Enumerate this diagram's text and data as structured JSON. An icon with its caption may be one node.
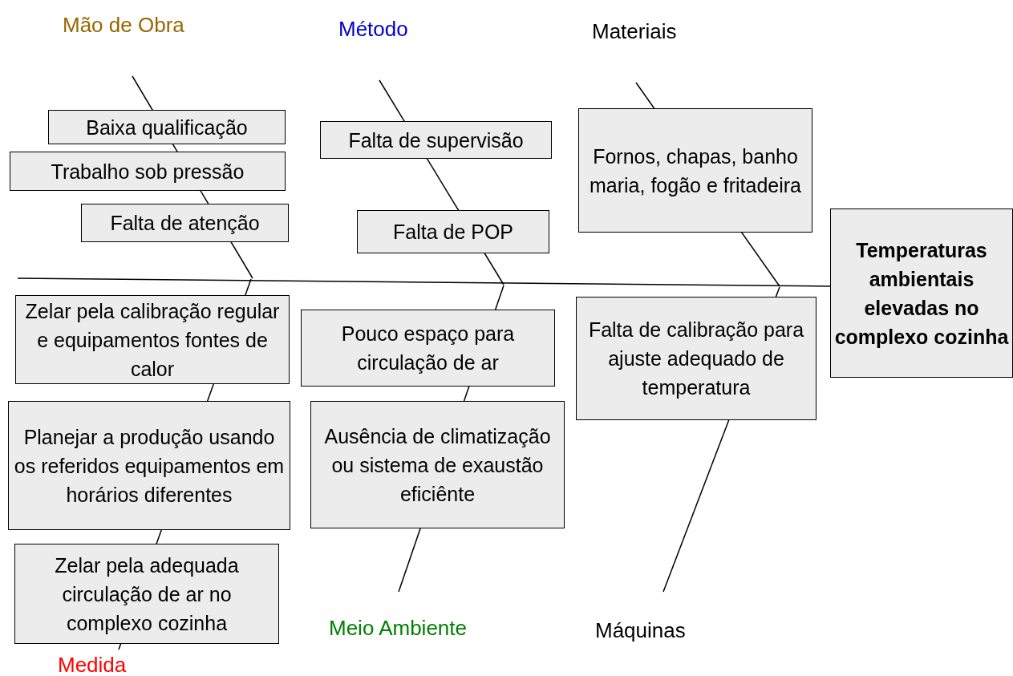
{
  "diagram": {
    "nodes": [
      {
        "text": [
          "Baixa qualificação"
        ]
      },
      {
        "text": [
          "Trabalho sob pressão"
        ]
      },
      {
        "text": [
          "Falta de atenção"
        ]
      },
      {
        "text": [
          "Falta de supervisão"
        ]
      },
      {
        "text": [
          "Falta de POP"
        ]
      },
      {
        "text": [
          "Fornos, chapas, banho maria, fogão e fritadeira"
        ]
      },
      {
        "text": [
          "Temperaturas ambientais elevadas no complexo cozinha"
        ]
      },
      {
        "text": [
          "Zelar pela calibração regular e equipamentos fontes de calor"
        ]
      },
      {
        "text": [
          "Pouco espaço para circulação de ar"
        ]
      },
      {
        "text": [
          "Falta de calibração para ajuste adequado de temperatura"
        ]
      },
      {
        "text": [
          "Planejar a produção usando os referidos equipamentos em horários diferentes"
        ]
      },
      {
        "text": [
          "Ausência de climatização ou sistema de exaustão eficiênte"
        ]
      },
      {
        "text": [
          "Zelar pela adequada circulação de ar no complexo cozinha"
        ]
      }
    ],
    "edges": [
      {
        "from": null,
        "to": 6,
        "arrow": "none"
      }
    ],
    "labels": [
      "Mão de Obra",
      "Método",
      "Materiais",
      "Meio Ambiente",
      "Máquinas",
      "Medida"
    ]
  }
}
